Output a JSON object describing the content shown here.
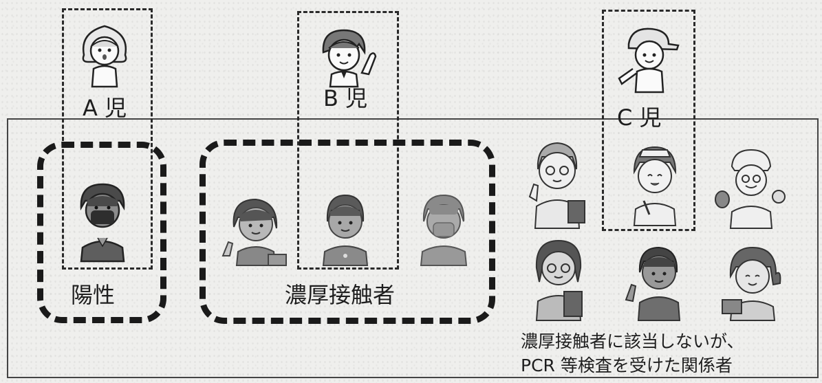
{
  "children": {
    "a": {
      "label": "A 児"
    },
    "b": {
      "label": "B 児"
    },
    "c": {
      "label": "C 児"
    }
  },
  "groups": {
    "positive": {
      "label": "陽性"
    },
    "close_contacts": {
      "label": "濃厚接触者"
    },
    "others": {
      "caption_line1": "濃厚接触者に該当しないが、",
      "caption_line2": "PCR 等検査を受けた関係者"
    }
  }
}
